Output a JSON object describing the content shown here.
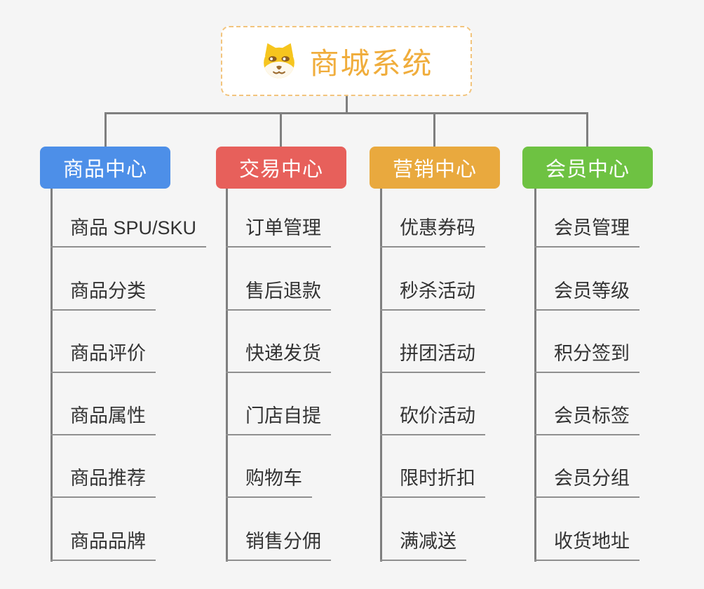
{
  "root": {
    "title": "商城系统",
    "icon": "dog-face-icon",
    "title_color": "#f0ad3c",
    "border_color": "#f2c47d"
  },
  "branches": [
    {
      "label": "商品中心",
      "color": "#4d8fe8",
      "items": [
        "商品 SPU/SKU",
        "商品分类",
        "商品评价",
        "商品属性",
        "商品推荐",
        "商品品牌"
      ]
    },
    {
      "label": "交易中心",
      "color": "#e7605b",
      "items": [
        "订单管理",
        "售后退款",
        "快递发货",
        "门店自提",
        "购物车",
        "销售分佣"
      ]
    },
    {
      "label": "营销中心",
      "color": "#e9a93e",
      "items": [
        "优惠券码",
        "秒杀活动",
        "拼团活动",
        "砍价活动",
        "限时折扣",
        "满减送"
      ]
    },
    {
      "label": "会员中心",
      "color": "#6ec242",
      "items": [
        "会员管理",
        "会员等级",
        "积分签到",
        "会员标签",
        "会员分组",
        "收货地址"
      ]
    }
  ],
  "connector_color": "#7f7f7f",
  "underline_color": "#8f8f8f",
  "background_color": "#f5f5f5"
}
